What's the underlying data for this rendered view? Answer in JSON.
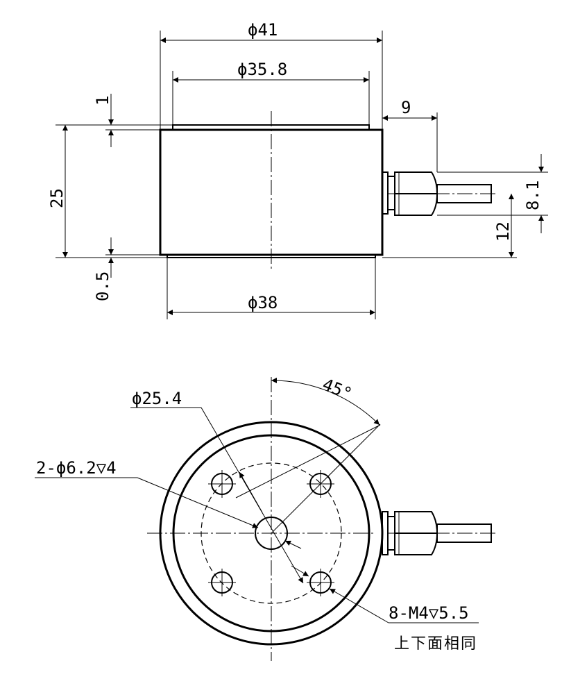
{
  "side_view": {
    "dims": {
      "outer_diameter": "ϕ41",
      "top_diameter": "ϕ35.8",
      "bottom_diameter": "ϕ38",
      "top_step": "1",
      "height": "25",
      "bottom_step": "0.5",
      "connector_length": "9",
      "connector_width": "8.1",
      "connector_height": "12"
    }
  },
  "top_view": {
    "dims": {
      "bolt_circle": "ϕ25.4",
      "center_holes": "2-ϕ6.2▽4",
      "angle": "45°",
      "threaded_holes": "8-M4▽5.5"
    },
    "note": "上下面相同"
  }
}
